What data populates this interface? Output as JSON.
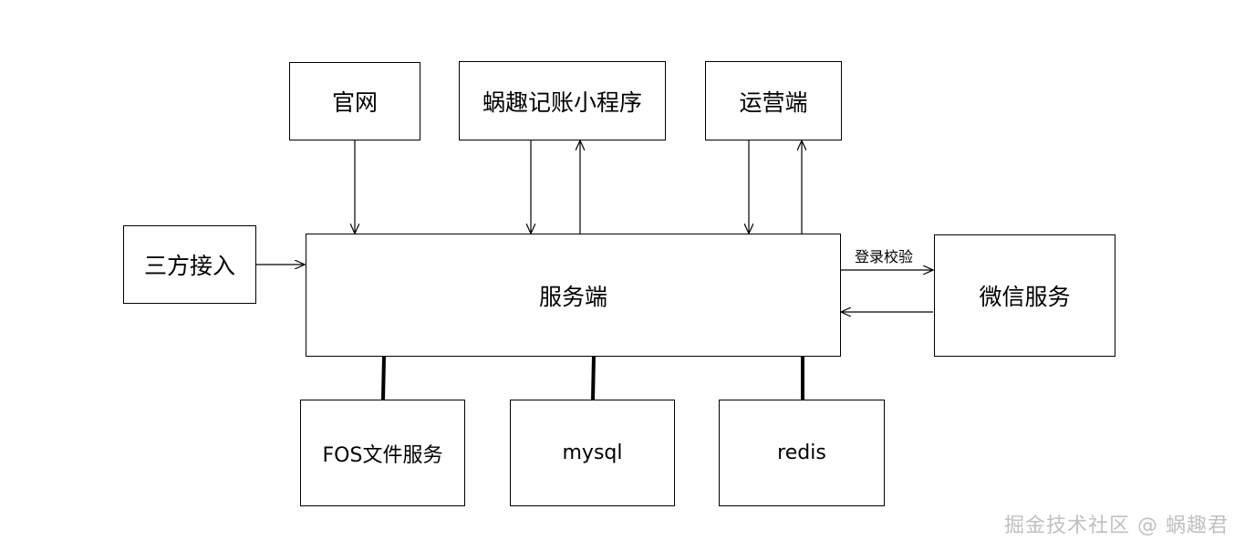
{
  "nodes": {
    "official_site": "官网",
    "mini_program": "蜗趣记账小程序",
    "operations": "运营端",
    "third_party": "三方接入",
    "server": "服务端",
    "wechat_service": "微信服务",
    "fos_service": "FOS文件服务",
    "mysql": "mysql",
    "redis": "redis"
  },
  "edges": {
    "login_verify": "登录校验"
  },
  "watermark": "掘金技术社区 @ 蜗趣君"
}
